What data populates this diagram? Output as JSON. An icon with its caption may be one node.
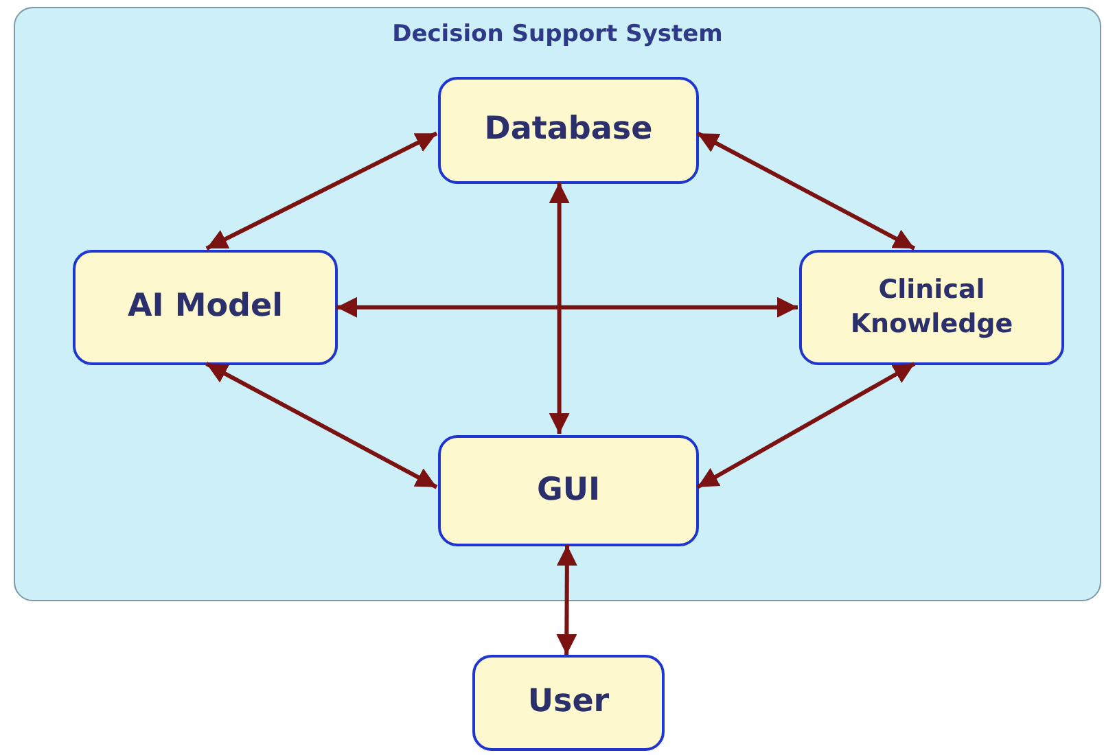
{
  "diagram": {
    "nodes": [
      {
        "text": [
          "Decision Support System"
        ]
      },
      {
        "text": [
          "Database"
        ],
        "in": 0
      },
      {
        "text": [
          "AI Model"
        ],
        "in": 0
      },
      {
        "text": [
          "Clinical Knowledge"
        ],
        "in": 0
      },
      {
        "text": [
          "GUI"
        ],
        "in": 0
      },
      {
        "text": [
          "User"
        ]
      }
    ],
    "edges": [
      {
        "from": 1,
        "to": 2,
        "arrow": "both"
      },
      {
        "from": 1,
        "to": 3,
        "arrow": "both"
      },
      {
        "from": 2,
        "to": 3,
        "arrow": "both"
      },
      {
        "from": 1,
        "to": 4,
        "arrow": "both"
      },
      {
        "from": 2,
        "to": 4,
        "arrow": "both"
      },
      {
        "from": 3,
        "to": 4,
        "arrow": "both"
      },
      {
        "from": 4,
        "to": 5,
        "arrow": "both"
      }
    ]
  }
}
